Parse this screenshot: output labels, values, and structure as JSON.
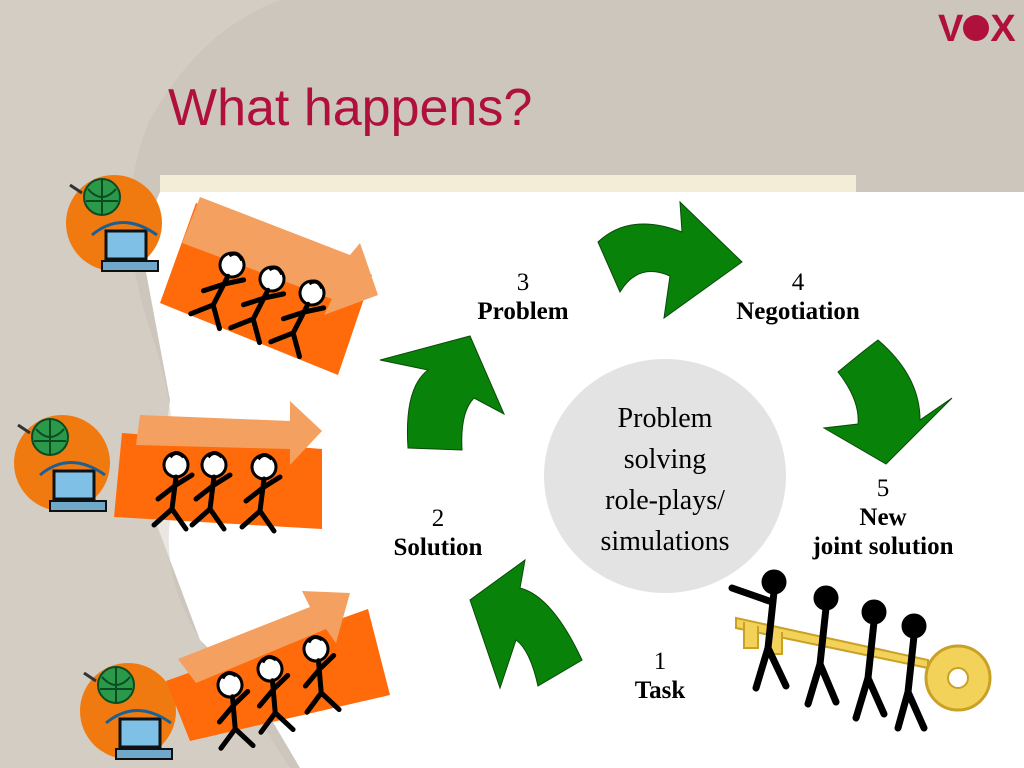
{
  "slide": {
    "title": "What happens?",
    "logo_text": "VOX"
  },
  "center": {
    "lines": [
      "Problem",
      "solving",
      "role-plays/",
      "simulations"
    ]
  },
  "steps": [
    {
      "number": "1",
      "label": "Task"
    },
    {
      "number": "2",
      "label": "Solution"
    },
    {
      "number": "3",
      "label": "Problem"
    },
    {
      "number": "4",
      "label": "Negotiation"
    },
    {
      "number": "5",
      "label_line1": "New",
      "label_line2": "joint solution"
    }
  ],
  "colors": {
    "title": "#b0103c",
    "cycle_arrow": "#088208",
    "background_band": "#cdc6bc",
    "card_orange": "#ff6a0a",
    "card_arrow": "#f4a060",
    "key_yellow": "#f3d25a"
  },
  "icons": [
    "globe-computer-icon",
    "team-carrying-arrow-icon",
    "team-carrying-key-icon",
    "cycle-arrow-icon"
  ]
}
